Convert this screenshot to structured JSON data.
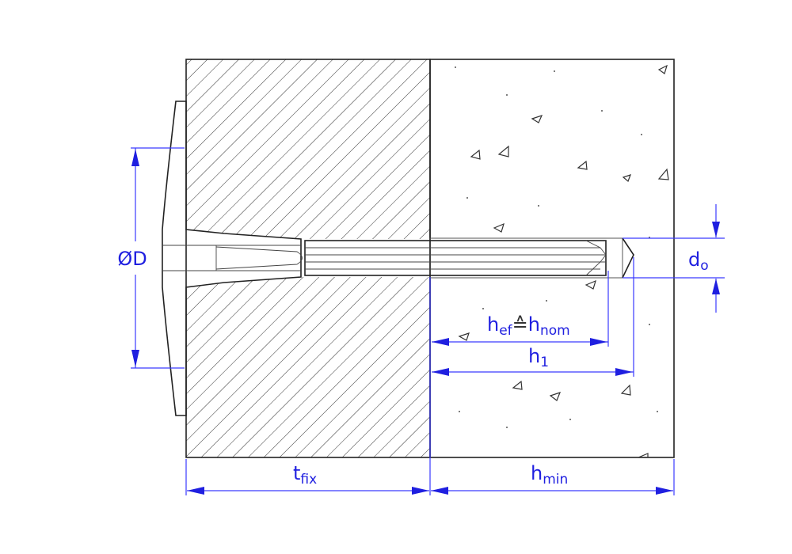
{
  "title": "Insulation anchor installation diagram",
  "colors": {
    "dimension": "#1f1fe0",
    "outline": "#222222"
  },
  "labels": {
    "diameter": "ØD",
    "bore_diameter": {
      "main": "d",
      "sub": "o"
    },
    "effective_depth": {
      "main1": "h",
      "sub1": "ef",
      "symbol": "≙",
      "main2": "h",
      "sub2": "nom"
    },
    "hole_depth": {
      "main": "h",
      "sub": "1"
    },
    "fixture_thickness": {
      "main": "t",
      "sub": "fix"
    },
    "min_thickness": {
      "main": "h",
      "sub": "min"
    }
  }
}
